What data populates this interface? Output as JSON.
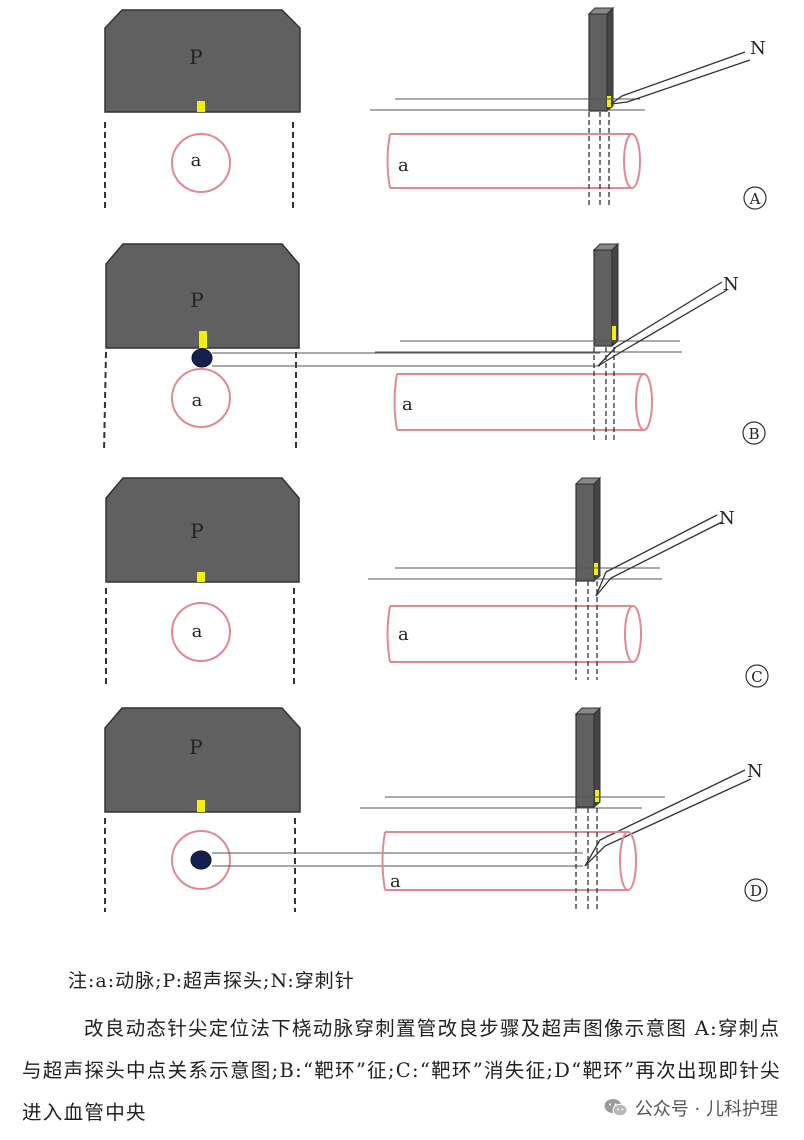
{
  "panels": [
    {
      "id": "A",
      "probe_label": "P",
      "artery_label": "a",
      "needle_label": "N",
      "panel_label": "A"
    },
    {
      "id": "B",
      "probe_label": "P",
      "artery_label": "a",
      "needle_label": "N",
      "panel_label": "B"
    },
    {
      "id": "C",
      "probe_label": "P",
      "artery_label": "a",
      "needle_label": "N",
      "panel_label": "C"
    },
    {
      "id": "D",
      "probe_label": "P",
      "artery_label": "a",
      "needle_label": "N",
      "panel_label": "D"
    }
  ],
  "colors": {
    "probe": "#606060",
    "probe_marker": "#f2f200",
    "artery": "#e08a96",
    "target_ring": "#15204f",
    "line": "#333333"
  },
  "note": "注:a:动脉;P:超声探头;N:穿刺针",
  "caption": "改良动态针尖定位法下桡动脉穿刺置管改良步骤及超声图像示意图 A:穿刺点与超声探头中点关系示意图;B:“靶环”征;C:“靶环”消失征;D“靶环”再次出现即针尖进入血管中央",
  "watermark": {
    "text": "公众号 · 儿科护理",
    "icon": "wechat-logo-icon"
  }
}
